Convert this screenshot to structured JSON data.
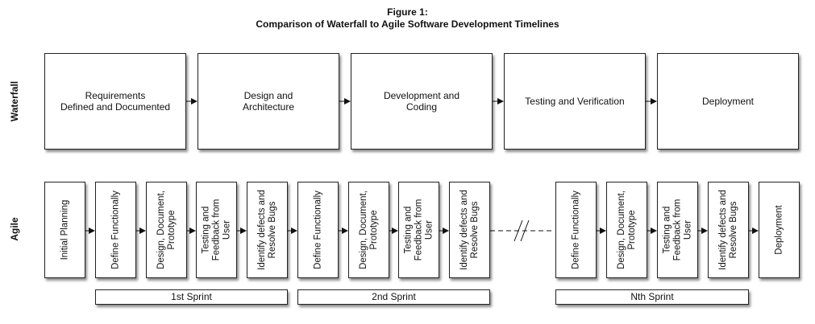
{
  "figure": {
    "number": "Figure 1:",
    "title": "Comparison of Waterfall to Agile Software Development Timelines"
  },
  "rows": {
    "waterfall": "Waterfall",
    "agile": "Agile"
  },
  "waterfall": [
    "Requirements\nDefined and Documented",
    "Design and\nArchitecture",
    "Development and\nCoding",
    "Testing and Verification",
    "Deployment"
  ],
  "agile": [
    "Initial Planning",
    "Define Functionally",
    "Design, Document, Prototype",
    "Testing and Feedback from User",
    "Identify defects and Resolve Bugs",
    "Define Functionally",
    "Design, Document, Prototype",
    "Testing and Feedback from User",
    "Identify defects and Resolve Bugs",
    "Define Functionally",
    "Design, Document, Prototype",
    "Testing and Feedback from User",
    "Identify defects and Resolve Bugs",
    "Deployment"
  ],
  "sprints": [
    "1st Sprint",
    "2nd Sprint",
    "Nth Sprint"
  ]
}
